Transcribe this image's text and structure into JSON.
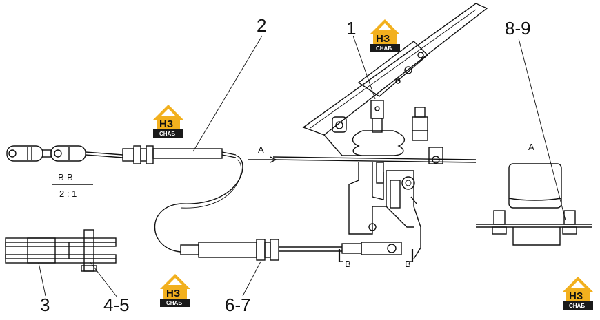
{
  "labels": {
    "p1": "1",
    "p2": "2",
    "p3": "3",
    "p45": "4-5",
    "p67": "6-7",
    "p89": "8-9",
    "viewA_arrow": "A",
    "viewA_title": "A",
    "section_mark_left": "B",
    "section_mark_right": "B",
    "detail_title": "B-B",
    "detail_scale": "2 : 1"
  },
  "logo": {
    "brand": "НЗ",
    "tagline": "СНАБ",
    "colors": {
      "accent": "#f2b01e",
      "dark": "#1a1a1a"
    }
  }
}
